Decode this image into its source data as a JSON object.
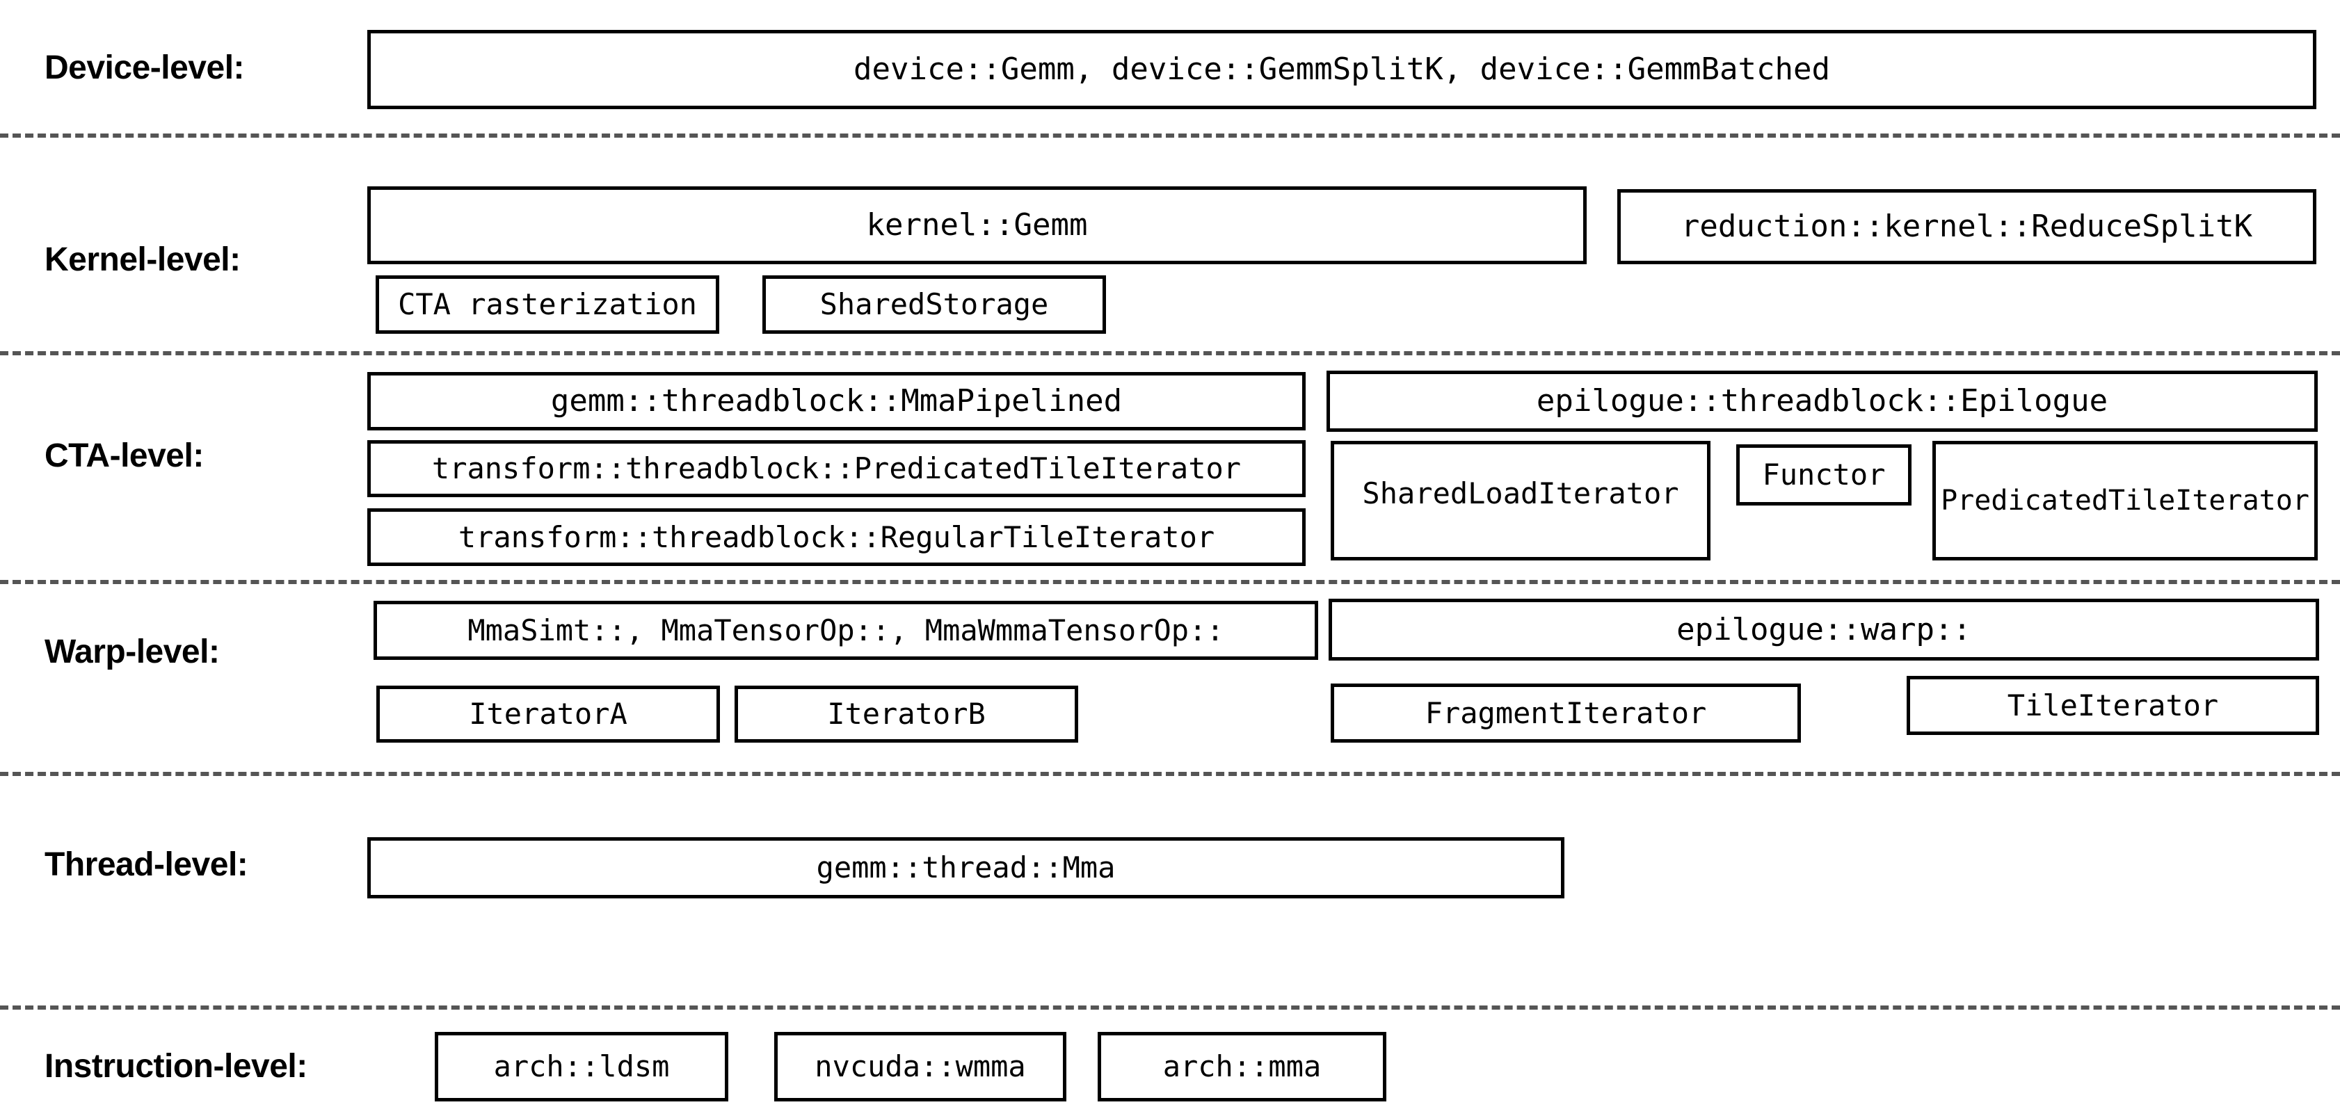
{
  "figure": {
    "colors": {
      "background": "#ffffff",
      "box_border": "#000000",
      "separator": "#555555",
      "text": "#000000"
    },
    "levels": {
      "device": {
        "label": "Device-level:",
        "boxes": {
          "gemm": "device::Gemm, device::GemmSplitK, device::GemmBatched"
        }
      },
      "kernel": {
        "label": "Kernel-level:",
        "boxes": {
          "gemm": "kernel::Gemm",
          "reduce_splitk": "reduction::kernel::ReduceSplitK",
          "cta_rasterization": "CTA rasterization",
          "shared_storage": "SharedStorage"
        }
      },
      "cta": {
        "label": "CTA-level:",
        "boxes": {
          "mma_pipelined": "gemm::threadblock::MmaPipelined",
          "epilogue": "epilogue::threadblock::Epilogue",
          "predicated_tile_iterator_transform": "transform::threadblock::PredicatedTileIterator",
          "regular_tile_iterator": "transform::threadblock::RegularTileIterator",
          "shared_load_iterator": "SharedLoadIterator",
          "functor": "Functor",
          "predicated_tile_iterator": "PredicatedTileIterator"
        }
      },
      "warp": {
        "label": "Warp-level:",
        "boxes": {
          "mma_collection": "MmaSimt::, MmaTensorOp::, MmaWmmaTensorOp::",
          "epilogue": "epilogue::warp::",
          "iterator_a": "IteratorA",
          "iterator_b": "IteratorB",
          "fragment_iterator": "FragmentIterator",
          "tile_iterator": "TileIterator"
        }
      },
      "thread": {
        "label": "Thread-level:",
        "boxes": {
          "mma": "gemm::thread::Mma"
        }
      },
      "instruction": {
        "label": "Instruction-level:",
        "boxes": {
          "ldsm": "arch::ldsm",
          "wmma": "nvcuda::wmma",
          "mma": "arch::mma"
        }
      }
    }
  }
}
